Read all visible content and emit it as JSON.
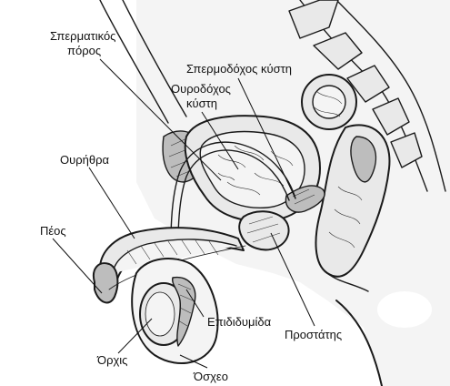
{
  "labels": {
    "vas_deferens_line1": "Σπερματικός",
    "vas_deferens_line2": "πόρος",
    "seminal_vesicle": "Σπερμοδόχος κύστη",
    "bladder_line1": "Ουροδόχος",
    "bladder_line2": "κύστη",
    "urethra": "Ουρήθρα",
    "penis": "Πέος",
    "epididymis": "Επιδιδυμίδα",
    "prostate": "Προστάτης",
    "testis": "Όρχις",
    "scrotum": "Όσχεο"
  }
}
